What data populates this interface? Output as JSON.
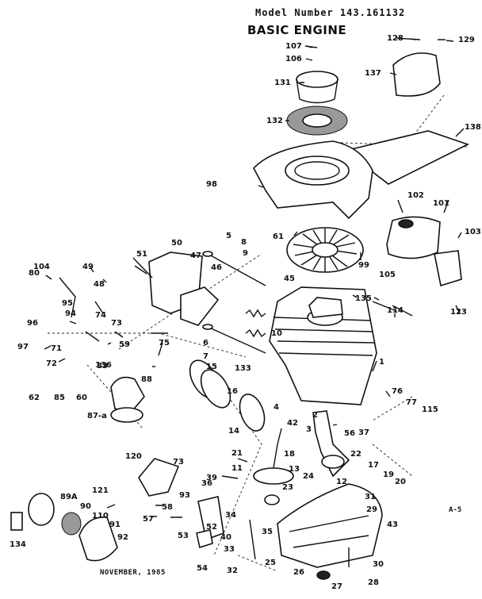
{
  "header": {
    "model_line": "Model Number  143.161132",
    "title": "BASIC ENGINE"
  },
  "footer": {
    "date": "NOVEMBER, 1985",
    "page_code": "A-5"
  },
  "callouts": [
    "128",
    "129",
    "107",
    "106",
    "137",
    "131",
    "132",
    "138",
    "98",
    "102",
    "101",
    "103",
    "61",
    "99",
    "50",
    "51",
    "47",
    "104",
    "49",
    "48",
    "80",
    "95",
    "74",
    "73",
    "46",
    "5",
    "8",
    "9",
    "45",
    "135",
    "105",
    "114",
    "123",
    "94",
    "96",
    "97",
    "72",
    "71",
    "59",
    "75",
    "6",
    "7",
    "10",
    "133",
    "1",
    "83",
    "136",
    "88",
    "62",
    "85",
    "60",
    "87-a",
    "16",
    "15",
    "76",
    "77",
    "115",
    "14",
    "42",
    "4",
    "2",
    "3",
    "56",
    "37",
    "120",
    "73",
    "39",
    "21",
    "18",
    "11",
    "22",
    "13",
    "17",
    "19",
    "20",
    "121",
    "93",
    "36",
    "23",
    "24",
    "12",
    "31",
    "29",
    "89A",
    "90",
    "58",
    "57",
    "34",
    "110",
    "134",
    "91",
    "92",
    "53",
    "52",
    "43",
    "40",
    "33",
    "35",
    "54",
    "32",
    "25",
    "26",
    "27",
    "30",
    "28"
  ]
}
